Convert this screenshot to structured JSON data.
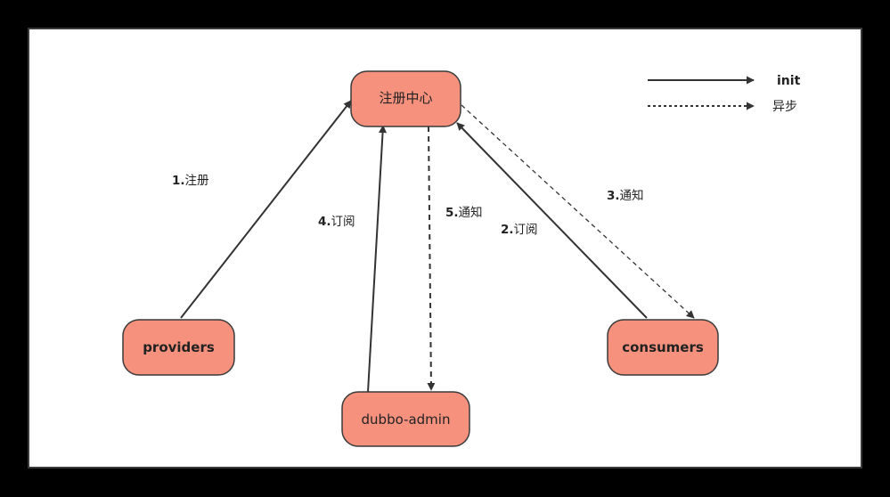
{
  "nodes": {
    "registry": "注册中心",
    "providers": "providers",
    "consumers": "consumers",
    "admin": "dubbo-admin"
  },
  "edges": {
    "e1": {
      "num": "1.",
      "text": "注册"
    },
    "e2": {
      "num": "2.",
      "text": "订阅"
    },
    "e3": {
      "num": "3.",
      "text": "通知"
    },
    "e4": {
      "num": "4.",
      "text": "订阅"
    },
    "e5": {
      "num": "5.",
      "text": "通知"
    }
  },
  "legend": {
    "solid_label": "init",
    "dashed_label": "异步"
  },
  "colors": {
    "node_fill": "#f5917d",
    "node_stroke": "#3a3a3a",
    "edge": "#333333",
    "background": "#000000",
    "canvas": "#ffffff"
  }
}
